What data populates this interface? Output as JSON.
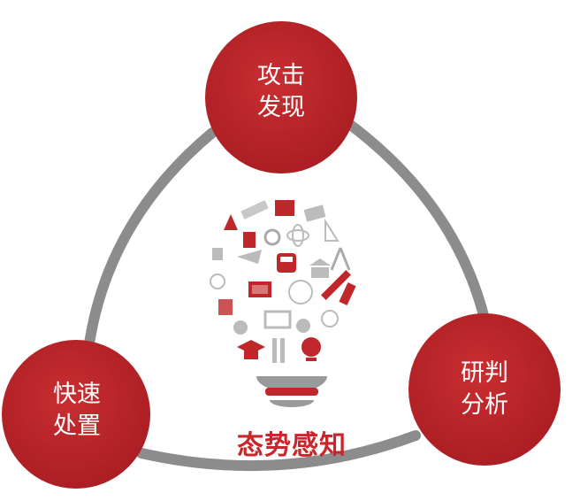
{
  "center": {
    "title": "态势感知",
    "icon": "lightbulb-of-education-icons"
  },
  "nodes": [
    {
      "line1": "攻击",
      "line2": "发现"
    },
    {
      "line1": "研判",
      "line2": "分析"
    },
    {
      "line1": "快速",
      "line2": "处置"
    }
  ],
  "colors": {
    "node": "#c0272b",
    "connector": "#8c8c8c",
    "title": "#c8262a",
    "icon_gray": "#b5b5b5"
  }
}
